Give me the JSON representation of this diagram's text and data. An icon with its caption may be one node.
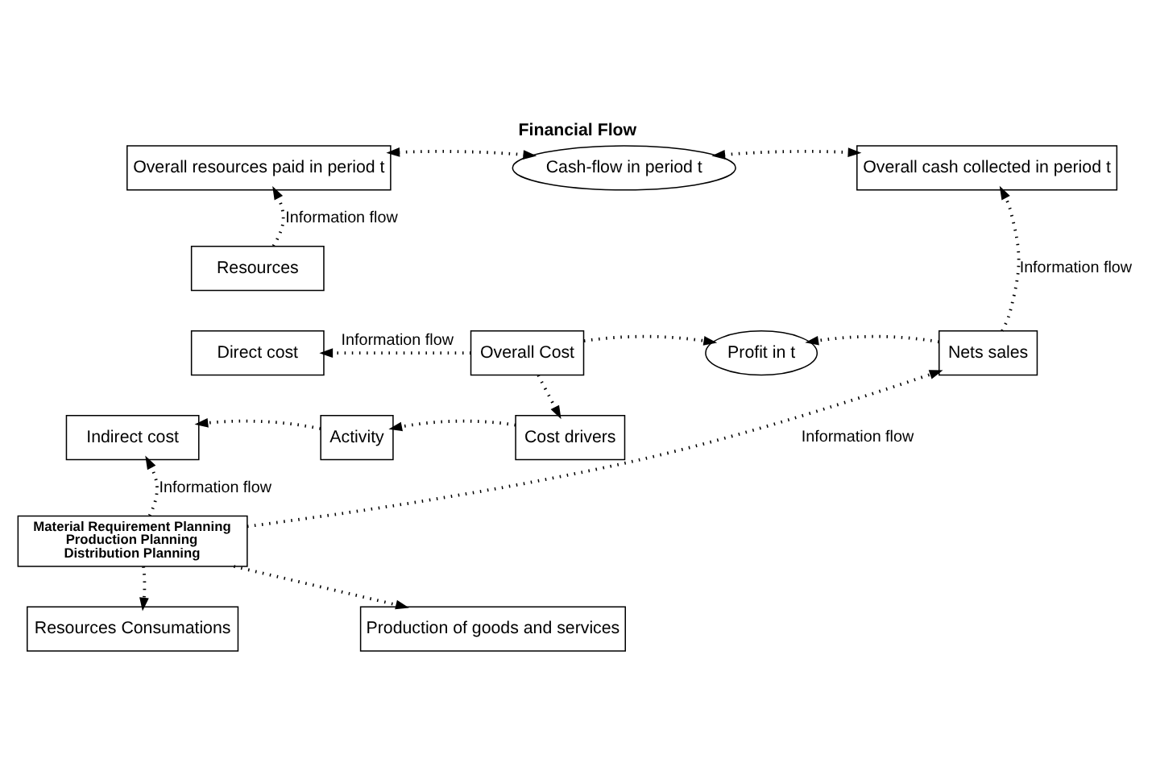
{
  "diagram": {
    "title": "Financial Flow",
    "nodes": [
      {
        "text": [
          "Overall resources paid in period t"
        ]
      },
      {
        "text": [
          "Cash-flow in period t"
        ]
      },
      {
        "text": [
          "Overall cash collected in period t"
        ]
      },
      {
        "text": [
          "Resources"
        ]
      },
      {
        "text": [
          "Direct cost"
        ]
      },
      {
        "text": [
          "Indirect cost"
        ]
      },
      {
        "text": [
          "Activity"
        ]
      },
      {
        "text": [
          "Cost drivers"
        ]
      },
      {
        "text": [
          "Overall Cost"
        ]
      },
      {
        "text": [
          "Profit in t"
        ]
      },
      {
        "text": [
          "Nets sales"
        ]
      },
      {
        "text": [
          "Material Requirement Planning",
          "Production Planning",
          "Distribution Planning"
        ]
      },
      {
        "text": [
          "Resources Consumations"
        ]
      },
      {
        "text": [
          "Production of goods and services"
        ]
      }
    ],
    "edges": [
      {
        "from": 3,
        "to": 0,
        "arrow": "to",
        "label": "Information flow"
      },
      {
        "from": 0,
        "to": 1,
        "arrow": "both"
      },
      {
        "from": 1,
        "to": 2,
        "arrow": "both"
      },
      {
        "from": 10,
        "to": 2,
        "arrow": "to",
        "label": "Information flow"
      },
      {
        "from": 8,
        "to": 4,
        "arrow": "to",
        "label": "Information flow"
      },
      {
        "from": 8,
        "to": 7,
        "arrow": "to"
      },
      {
        "from": 7,
        "to": 6,
        "arrow": "to"
      },
      {
        "from": 6,
        "to": 5,
        "arrow": "to"
      },
      {
        "from": 8,
        "to": 9,
        "arrow": "to"
      },
      {
        "from": 10,
        "to": 9,
        "arrow": "to"
      },
      {
        "from": 11,
        "to": 5,
        "arrow": "to",
        "label": "Information flow"
      },
      {
        "from": 11,
        "to": 10,
        "arrow": "to",
        "label": "Information flow"
      },
      {
        "from": 11,
        "to": 12,
        "arrow": "to"
      },
      {
        "from": 11,
        "to": 13,
        "arrow": "to"
      }
    ]
  }
}
